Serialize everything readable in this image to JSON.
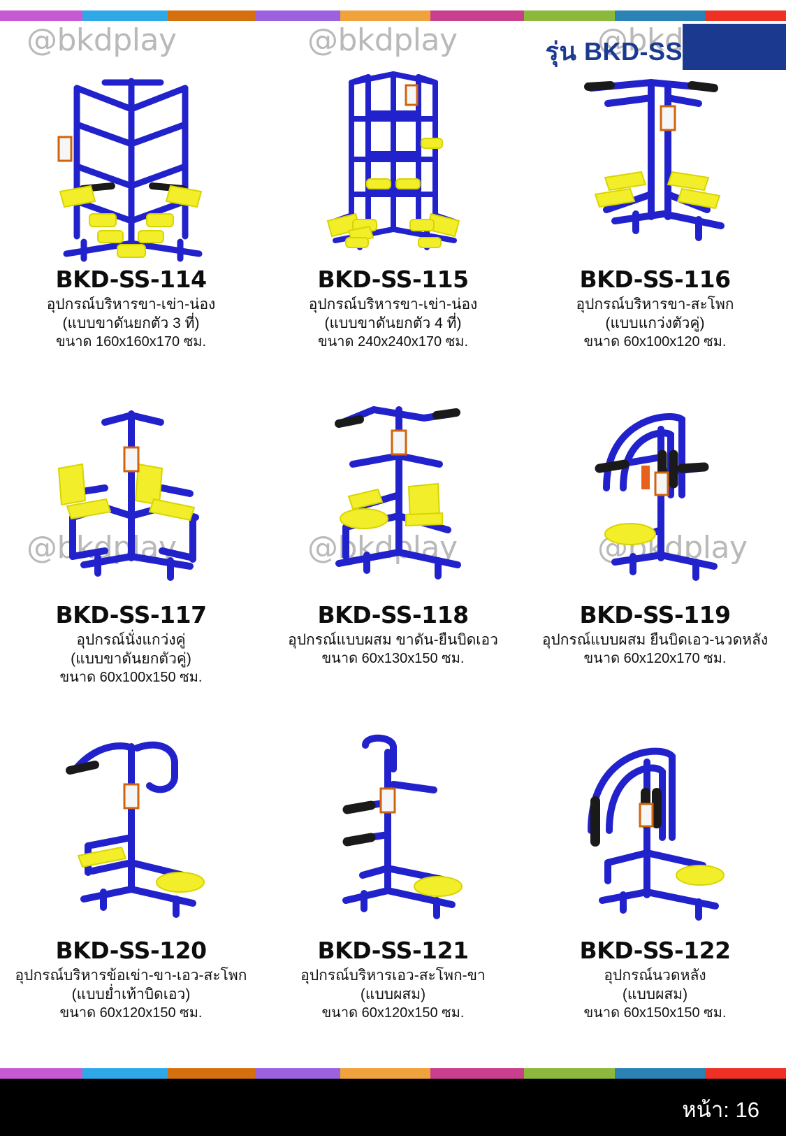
{
  "header": {
    "model_title": "รุ่น BKD-SS",
    "accent_color": "#1b3a8f"
  },
  "watermark": {
    "text": "@bkdplay",
    "color": "#b9b9b9"
  },
  "top_strip": {
    "colors": [
      "#c75ad4",
      "#2fa8e8",
      "#d4700e",
      "#9b62e0",
      "#f0a23c",
      "#c93f8d",
      "#8cb93c",
      "#2b82b5",
      "#ee3124"
    ]
  },
  "bottom_strip": {
    "colors": [
      "#c75ad4",
      "#2fa8e8",
      "#d4700e",
      "#9b62e0",
      "#f0a23c",
      "#c93f8d",
      "#8cb93c",
      "#2b82b5",
      "#ee3124"
    ]
  },
  "products": [
    {
      "code": "BKD-SS-114",
      "desc": "อุปกรณ์บริหารขา-เข่า-น่อง",
      "variant": "(แบบขาดันยกตัว 3 ที่)",
      "size": "ขนาด 160x160x170 ซม."
    },
    {
      "code": "BKD-SS-115",
      "desc": "อุปกรณ์บริหารขา-เข่า-น่อง",
      "variant": "(แบบขาดันยกตัว 4 ที่)",
      "size": "ขนาด 240x240x170 ซม."
    },
    {
      "code": "BKD-SS-116",
      "desc": "อุปกรณ์บริหารขา-สะโพก",
      "variant": "(แบบแกว่งตัวคู่)",
      "size": "ขนาด 60x100x120 ซม."
    },
    {
      "code": "BKD-SS-117",
      "desc": "อุปกรณ์นั่งแกว่งคู่",
      "variant": "(แบบขาดันยกตัวคู่)",
      "size": "ขนาด 60x100x150 ซม."
    },
    {
      "code": "BKD-SS-118",
      "desc": "อุปกรณ์แบบผสม ขาดัน-ยืนบิดเอว",
      "variant": "",
      "size": "ขนาด 60x130x150 ซม."
    },
    {
      "code": "BKD-SS-119",
      "desc": "อุปกรณ์แบบผสม ยืนบิดเอว-นวดหลัง",
      "variant": "",
      "size": "ขนาด 60x120x170 ซม."
    },
    {
      "code": "BKD-SS-120",
      "desc": "อุปกรณ์บริหารข้อเข่า-ขา-เอว-สะโพก",
      "variant": "(แบบย่ำเท้าบิดเอว)",
      "size": "ขนาด 60x120x150 ซม."
    },
    {
      "code": "BKD-SS-121",
      "desc": "อุปกรณ์บริหารเอว-สะโพก-ขา",
      "variant": "(แบบผสม)",
      "size": "ขนาด 60x120x150 ซม."
    },
    {
      "code": "BKD-SS-122",
      "desc": "อุปกรณ์นวดหลัง",
      "variant": "(แบบผสม)",
      "size": "ขนาด 60x150x150 ซม."
    }
  ],
  "footer": {
    "page_label": "หน้า: 16",
    "background": "#000000"
  },
  "equipment_colors": {
    "frame_blue": "#2222cc",
    "frame_blue_dark": "#1414a0",
    "pad_yellow": "#f2ef2a",
    "grip_black": "#1a1a1a",
    "plate_white": "#f2f2f2"
  }
}
